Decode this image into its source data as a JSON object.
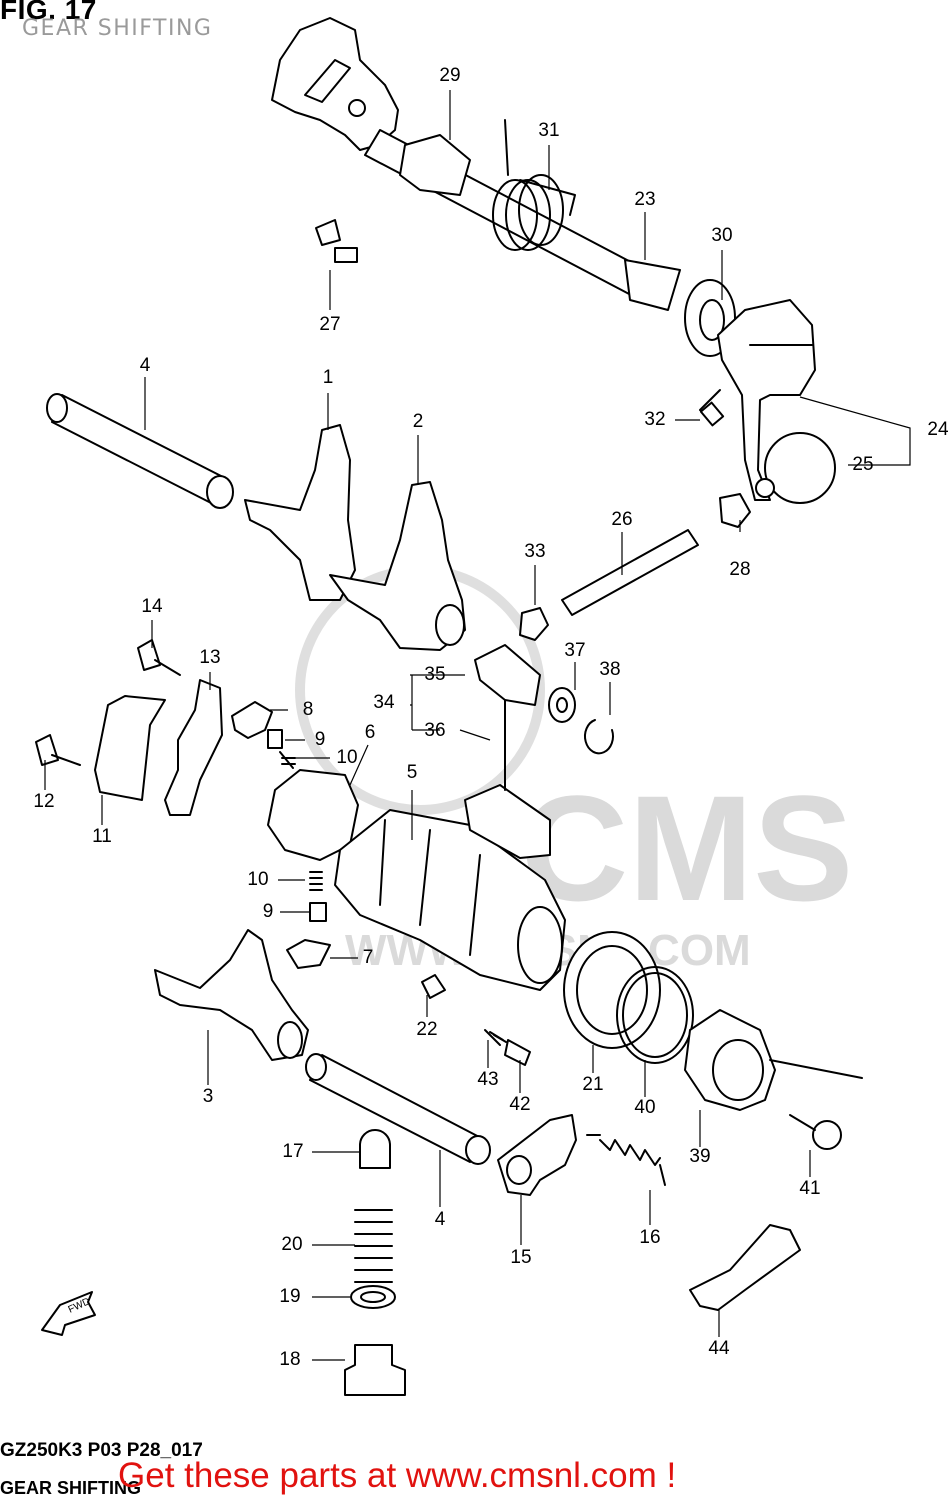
{
  "header": {
    "title": "FIG. 17",
    "subtitle": "GEAR SHIFTING"
  },
  "footer": {
    "model_code": "GZ250K3 P03 P28_017",
    "model_sub": "GEAR SHIFTING",
    "promo": "Get these parts at www.cmsnl.com !"
  },
  "watermark": {
    "brand": "CMS",
    "site": "WWW.CMSNL.COM"
  },
  "direction_marker": {
    "label": "FWD"
  },
  "callouts": [
    {
      "id": "c1",
      "label": "1"
    },
    {
      "id": "c2",
      "label": "2"
    },
    {
      "id": "c3",
      "label": "3"
    },
    {
      "id": "c4a",
      "label": "4"
    },
    {
      "id": "c4b",
      "label": "4"
    },
    {
      "id": "c5",
      "label": "5"
    },
    {
      "id": "c6",
      "label": "6"
    },
    {
      "id": "c7",
      "label": "7"
    },
    {
      "id": "c8",
      "label": "8"
    },
    {
      "id": "c9a",
      "label": "9"
    },
    {
      "id": "c9b",
      "label": "9"
    },
    {
      "id": "c10a",
      "label": "10"
    },
    {
      "id": "c10b",
      "label": "10"
    },
    {
      "id": "c11",
      "label": "11"
    },
    {
      "id": "c12",
      "label": "12"
    },
    {
      "id": "c13",
      "label": "13"
    },
    {
      "id": "c14",
      "label": "14"
    },
    {
      "id": "c15",
      "label": "15"
    },
    {
      "id": "c16",
      "label": "16"
    },
    {
      "id": "c17",
      "label": "17"
    },
    {
      "id": "c18",
      "label": "18"
    },
    {
      "id": "c19",
      "label": "19"
    },
    {
      "id": "c20",
      "label": "20"
    },
    {
      "id": "c21",
      "label": "21"
    },
    {
      "id": "c22",
      "label": "22"
    },
    {
      "id": "c23",
      "label": "23"
    },
    {
      "id": "c24",
      "label": "24"
    },
    {
      "id": "c25",
      "label": "25"
    },
    {
      "id": "c26",
      "label": "26"
    },
    {
      "id": "c27",
      "label": "27"
    },
    {
      "id": "c28",
      "label": "28"
    },
    {
      "id": "c29",
      "label": "29"
    },
    {
      "id": "c30",
      "label": "30"
    },
    {
      "id": "c31",
      "label": "31"
    },
    {
      "id": "c32",
      "label": "32"
    },
    {
      "id": "c33",
      "label": "33"
    },
    {
      "id": "c34",
      "label": "34"
    },
    {
      "id": "c35",
      "label": "35"
    },
    {
      "id": "c36",
      "label": "36"
    },
    {
      "id": "c37",
      "label": "37"
    },
    {
      "id": "c38",
      "label": "38"
    },
    {
      "id": "c39",
      "label": "39"
    },
    {
      "id": "c40",
      "label": "40"
    },
    {
      "id": "c41",
      "label": "41"
    },
    {
      "id": "c42",
      "label": "42"
    },
    {
      "id": "c43",
      "label": "43"
    },
    {
      "id": "c44",
      "label": "44"
    }
  ]
}
